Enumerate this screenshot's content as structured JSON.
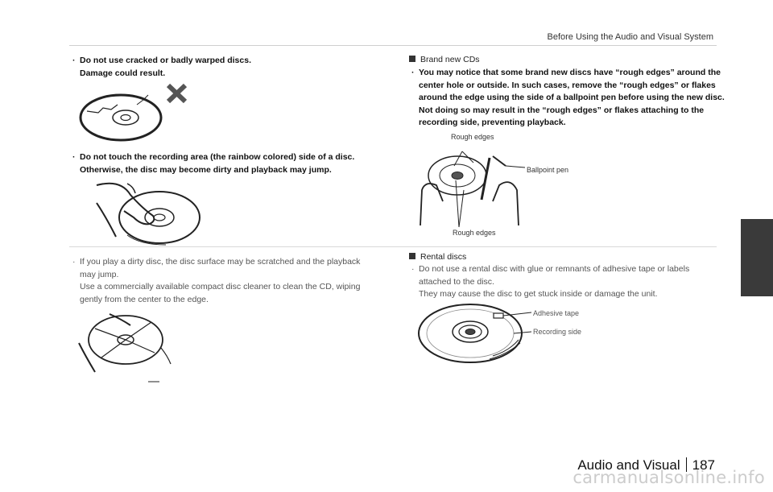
{
  "header": {
    "title": "Before Using the Audio and Visual System"
  },
  "left": {
    "item1": {
      "lines": [
        "Do not use cracked or badly warped discs.",
        "Damage could result."
      ]
    },
    "item2": {
      "lines": [
        "Do not touch the recording area (the rainbow colored) side of a disc.",
        "Otherwise, the disc may become dirty and playback may jump."
      ]
    },
    "item3": {
      "lines": [
        "If you play a dirty disc, the disc surface may be scratched and the playback",
        "may jump.",
        "Use a commercially available compact disc cleaner to clean the CD, wiping",
        "gently from the center to the edge."
      ]
    }
  },
  "right": {
    "brand_new": {
      "heading": "Brand new CDs",
      "lines": [
        "You may notice that some brand new discs have “rough edges” around the",
        "center hole or outside. In such cases, remove the “rough edges” or flakes",
        "around the edge using the side of a ballpoint pen before using the new disc.",
        "Not doing so may result in the “rough edges” or flakes attaching to the",
        "recording side, preventing playback."
      ],
      "label_rough_top": "Rough edges",
      "label_ballpoint": "Ballpoint pen",
      "label_rough_bottom": "Rough edges"
    },
    "rental": {
      "heading": "Rental discs",
      "lines": [
        "Do not use a rental disc with glue or remnants of adhesive tape or labels",
        "attached to the disc.",
        "They may cause the disc to get stuck inside or damage the unit."
      ],
      "label_tape": "Adhesive tape",
      "label_recording": "Recording side"
    }
  },
  "footer": {
    "section": "Audio and Visual",
    "page": "187"
  },
  "watermark": "carmanualsonline.info",
  "bullet_char": "·"
}
